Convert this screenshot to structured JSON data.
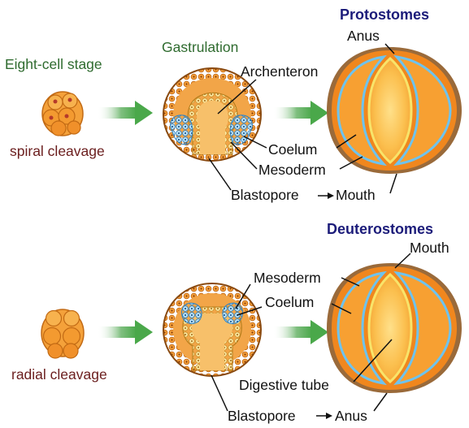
{
  "labels": {
    "eight_cell_stage": "Eight-cell stage",
    "gastrulation": "Gastrulation",
    "protostomes": "Protostomes",
    "deuterostomes": "Deuterostomes",
    "spiral_cleavage": "spiral cleavage",
    "radial_cleavage": "radial cleavage",
    "anus_top": "Anus",
    "archenteron": "Archenteron",
    "coelum_top": "Coelum",
    "mesoderm_top": "Mesoderm",
    "blastopore_top": "Blastopore",
    "mouth_bottom_row_top": "Mouth",
    "mouth_top_deut": "Mouth",
    "mesoderm_bottom": "Mesoderm",
    "coelum_bottom": "Coelum",
    "digestive_tube": "Digestive tube",
    "blastopore_bottom": "Blastopore",
    "anus_bottom": "Anus"
  },
  "colors": {
    "title_blue": "#1c1c7a",
    "stage_green": "#2f6b2f",
    "cleavage_brown": "#6b1e1e",
    "arrow_green": "#4aa84a",
    "embryo_orange": "#f28a1e",
    "embryo_inner": "#f7c25a",
    "mesoderm_blue": "#7ec8ec"
  }
}
